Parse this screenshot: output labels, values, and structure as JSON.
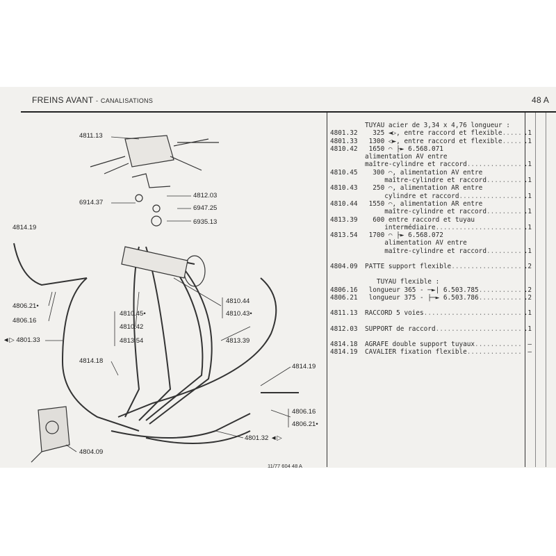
{
  "header": {
    "title": "FREINS AVANT",
    "separator": "-",
    "subtitle": "CANALISATIONS",
    "page": "48 A"
  },
  "parts_list": [
    {
      "ref": "",
      "text": "TUYAU acier de 3,34 x 4,76 longueur :",
      "qty": ""
    },
    {
      "ref": "4801.32",
      "text": "  325 ◄▷, entre raccord et flexible",
      "qty": ".1"
    },
    {
      "ref": "4801.33",
      "text": " 1300 ◁►, entre raccord et flexible",
      "qty": ".1"
    },
    {
      "ref": "4810.42",
      "text": " 1650 ⌒ ├► 6.568.071",
      "qty": ""
    },
    {
      "ref": "",
      "text": "alimentation AV entre",
      "qty": ""
    },
    {
      "ref": "",
      "text": "maître-cylindre et raccord",
      "qty": ".1"
    },
    {
      "ref": "4810.45",
      "text": "  300 ⌒, alimentation AV entre",
      "qty": ""
    },
    {
      "ref": "",
      "text": "     maître-cylindre et raccord",
      "qty": ".1"
    },
    {
      "ref": "4810.43",
      "text": "  250 ⌒, alimentation AR entre",
      "qty": ""
    },
    {
      "ref": "",
      "text": "     cylindre et raccord",
      "qty": ".1"
    },
    {
      "ref": "4810.44",
      "text": " 1550 ⌒, alimentation AR entre",
      "qty": ""
    },
    {
      "ref": "",
      "text": "     maître-cylindre et raccord",
      "qty": ".1"
    },
    {
      "ref": "4813.39",
      "text": "  600 entre raccord et tuyau",
      "qty": ""
    },
    {
      "ref": "",
      "text": "     intermédiaire",
      "qty": ".1"
    },
    {
      "ref": "4813.54",
      "text": " 1700 ⌒ ├► 6.568.072",
      "qty": ""
    },
    {
      "ref": "",
      "text": "     alimentation AV entre",
      "qty": ""
    },
    {
      "ref": "",
      "text": "     maître-cylindre et raccord",
      "qty": ".1"
    },
    {
      "ref": "",
      "text": "",
      "qty": ""
    },
    {
      "ref": "4804.09",
      "text": "PATTE support flexible",
      "qty": ".2"
    },
    {
      "ref": "",
      "text": "",
      "qty": ""
    },
    {
      "ref": "",
      "text": "   TUYAU flexible :",
      "qty": ""
    },
    {
      "ref": "4806.16",
      "text": " longueur 365 - ─►| 6.503.785",
      "qty": ".2"
    },
    {
      "ref": "4806.21",
      "text": " longueur 375 - ├─► 6.503.786",
      "qty": ".2"
    },
    {
      "ref": "",
      "text": "",
      "qty": ""
    },
    {
      "ref": "4811.13",
      "text": "RACCORD 5 voies",
      "qty": ".1"
    },
    {
      "ref": "",
      "text": "",
      "qty": ""
    },
    {
      "ref": "4812.03",
      "text": "SUPPORT de raccord",
      "qty": ".1"
    },
    {
      "ref": "",
      "text": "",
      "qty": ""
    },
    {
      "ref": "4814.18",
      "text": "AGRAFE double support tuyaux",
      "qty": "–"
    },
    {
      "ref": "4814.19",
      "text": "CAVALIER fixation flexible",
      "qty": "–"
    }
  ],
  "callouts": [
    "4811.13",
    "4812.03",
    "6914.37",
    "6947.25",
    "6935.13",
    "4814.19",
    "4806.21•",
    "4806.16",
    "4801.33",
    "4810.45•",
    "4810.42",
    "4813.54",
    "4810.44",
    "4810.43•",
    "4813.39",
    "4814.18",
    "4814.19",
    "4806.16",
    "4806.21•",
    "4801.32",
    "4804.09"
  ],
  "footer": "11/77  604 48 A"
}
